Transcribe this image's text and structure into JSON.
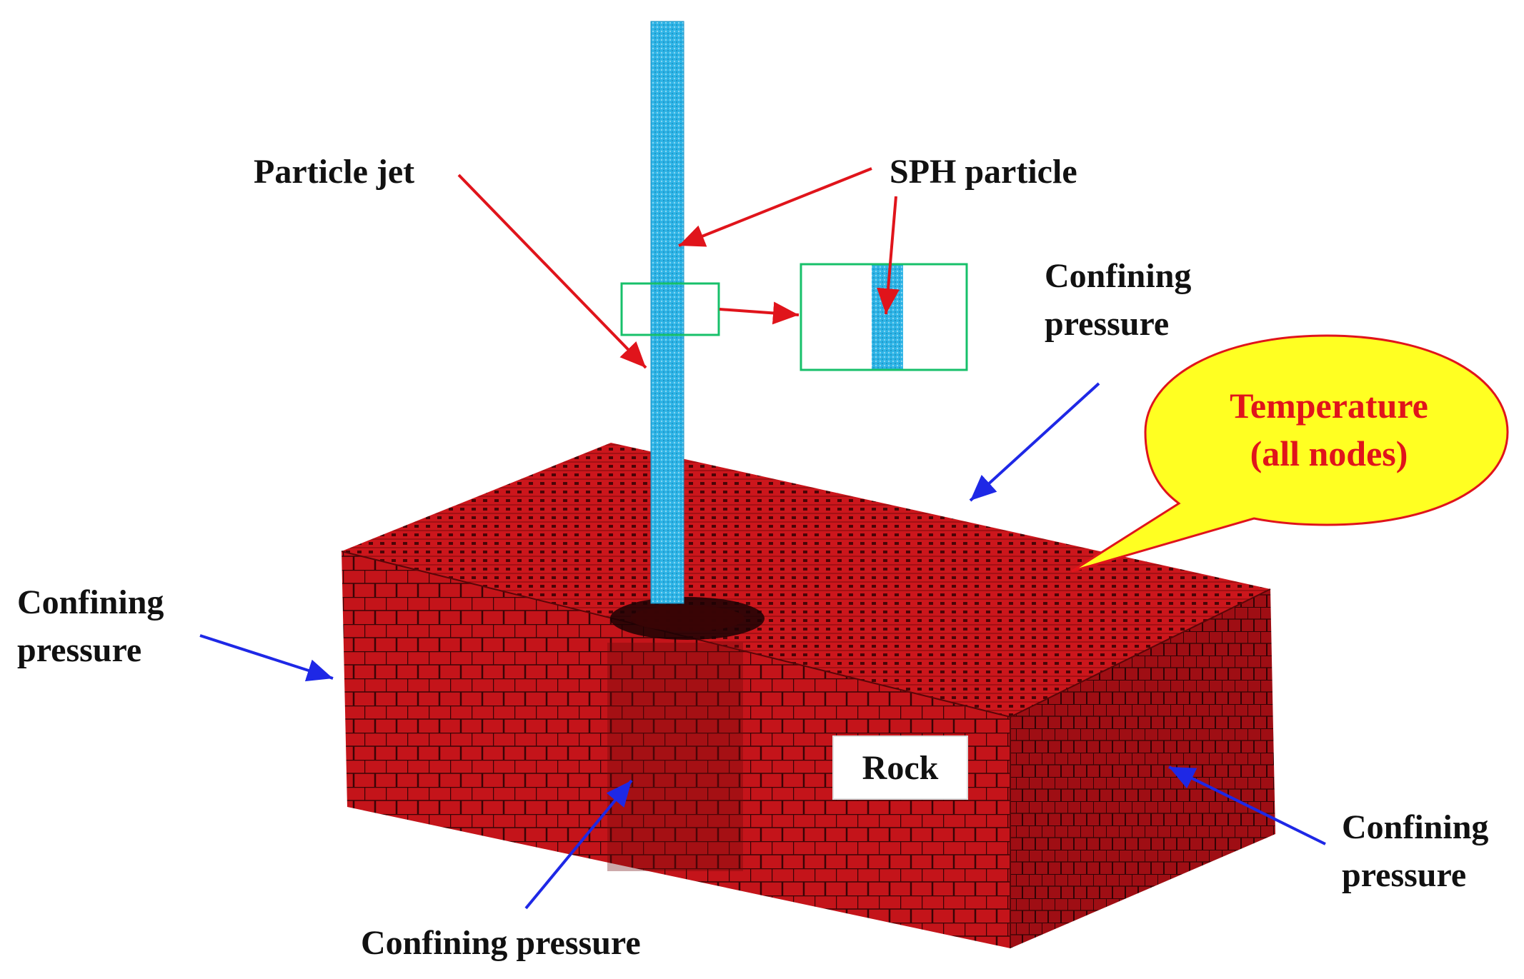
{
  "labels": {
    "particle_jet": "Particle jet",
    "sph_particle": "SPH particle",
    "confining_pressure_top_right_1": "Confining",
    "confining_pressure_top_right_2": "pressure",
    "confining_pressure_left_1": "Confining",
    "confining_pressure_left_2": "pressure",
    "confining_pressure_bottom": "Confining pressure",
    "confining_pressure_right_1": "Confining",
    "confining_pressure_right_2": "pressure",
    "rock": "Rock",
    "temperature_1": "Temperature",
    "temperature_2": "(all nodes)"
  },
  "colors": {
    "rock": "#c4141a",
    "rock_dark": "#8a0c10",
    "jet": "#2eb4e6",
    "callout_arrow": "#e0141b",
    "pressure_arrow": "#1e28e6",
    "zoom_box": "#17c06a",
    "bubble_fill": "#ffff22",
    "bubble_stroke": "#e0141b"
  }
}
